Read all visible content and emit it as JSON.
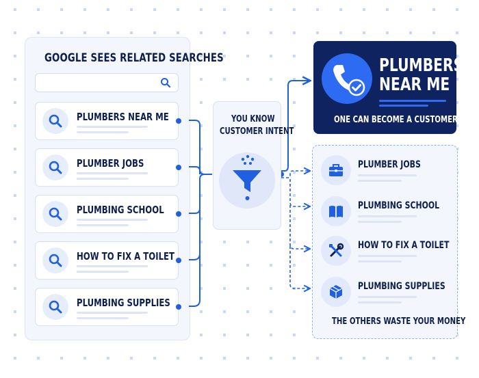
{
  "left_panel": {
    "title": "GOOGLE SEES RELATED SEARCHES",
    "items": [
      {
        "label": "PLUMBERS NEAR ME"
      },
      {
        "label": "PLUMBER JOBS"
      },
      {
        "label": "PLUMBING SCHOOL"
      },
      {
        "label": "HOW TO FIX A TOILET"
      },
      {
        "label": "PLUMBING SUPPLIES"
      }
    ]
  },
  "center": {
    "line1": "YOU KNOW",
    "line2": "CUSTOMER INTENT"
  },
  "target": {
    "title_line1": "PLUMBERS",
    "title_line2": "NEAR ME",
    "caption": "ONE CAN BECOME A CUSTOMER"
  },
  "right_panel": {
    "items": [
      {
        "label": "PLUMBER JOBS",
        "icon": "briefcase-icon"
      },
      {
        "label": "PLUMBING SCHOOL",
        "icon": "book-icon"
      },
      {
        "label": "HOW TO FIX A TOILET",
        "icon": "tools-icon"
      },
      {
        "label": "PLUMBING SUPPLIES",
        "icon": "box-icon"
      }
    ],
    "footer": "THE OTHERS WASTE YOUR MONEY"
  },
  "colors": {
    "accent": "#1f5fe0",
    "navy": "#0e2360",
    "text": "#0f1f4d"
  }
}
